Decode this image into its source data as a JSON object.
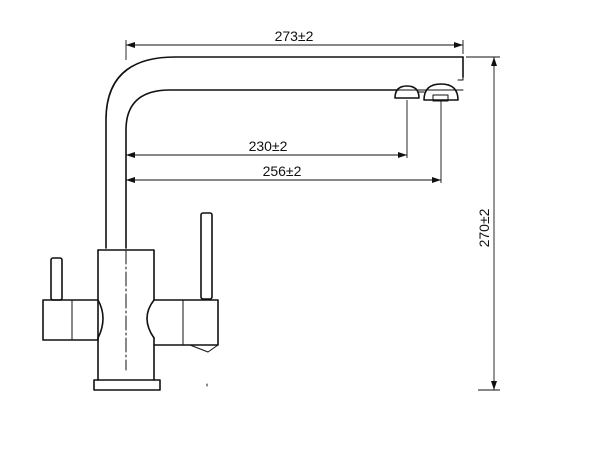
{
  "dimensions": {
    "spout_reach": "273±2",
    "outlet_1_reach": "230±2",
    "outlet_2_reach": "256±2",
    "total_height": "270±2"
  }
}
